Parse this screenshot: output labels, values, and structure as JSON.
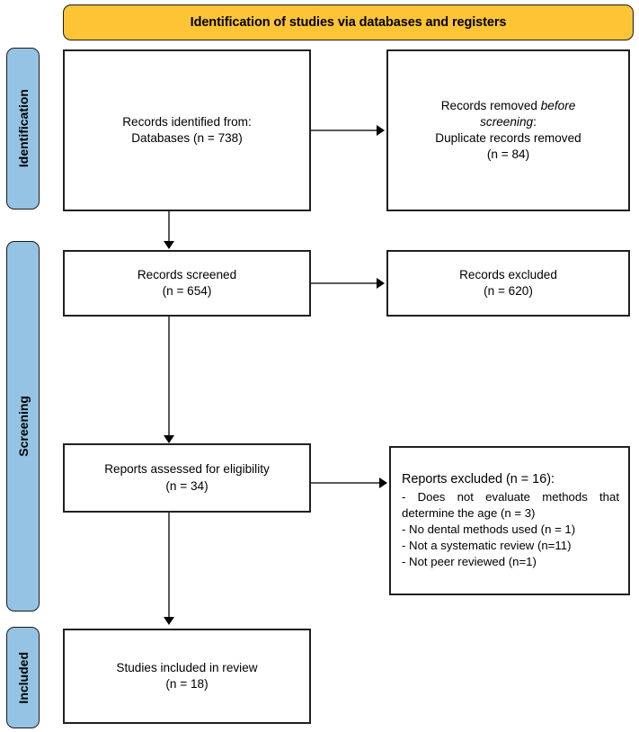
{
  "diagram": {
    "type": "prisma-flow-diagram",
    "banner": {
      "label": "Identification of studies via databases and registers",
      "color": "#FDC435"
    },
    "stages": [
      {
        "label": "Identification",
        "color": "#95C3E4"
      },
      {
        "label": "Screening",
        "color": "#95C3E4"
      },
      {
        "label": "Included",
        "color": "#95C3E4"
      }
    ],
    "boxes": {
      "identified": {
        "line1": "Records identified from:",
        "line2": "Databases (n = 738)"
      },
      "removed_before_screening": {
        "line1_a": "Records removed ",
        "line1_em": "before",
        "line2_em": "screening",
        "line2_b": ":",
        "line3": "Duplicate records removed",
        "line4": "(n = 84)"
      },
      "records_screened": {
        "line1": "Records screened",
        "line2": "(n = 654)"
      },
      "records_excluded": {
        "line1": "Records excluded",
        "line2": "(n = 620)"
      },
      "reports_assessed": {
        "line1": "Reports assessed for eligibility",
        "line2": "(n = 34)"
      },
      "reports_excluded": {
        "heading": "Reports excluded (n = 16):",
        "items": [
          "-  Does  not  evaluate  methods  that determine the age (n = 3)",
          "- No dental methods used (n = 1)",
          "- Not a systematic review (n=11)",
          "- Not peer reviewed (n=1)"
        ]
      },
      "studies_included": {
        "line1": "Studies included in review",
        "line2": "(n = 18)"
      }
    },
    "connectors": [
      {
        "name": "identified-to-removed",
        "direction": "right"
      },
      {
        "name": "identified-to-screened",
        "direction": "down"
      },
      {
        "name": "screened-to-excluded",
        "direction": "right"
      },
      {
        "name": "screened-to-assessed",
        "direction": "down"
      },
      {
        "name": "assessed-to-excluded",
        "direction": "right"
      },
      {
        "name": "assessed-to-included",
        "direction": "down"
      }
    ]
  }
}
